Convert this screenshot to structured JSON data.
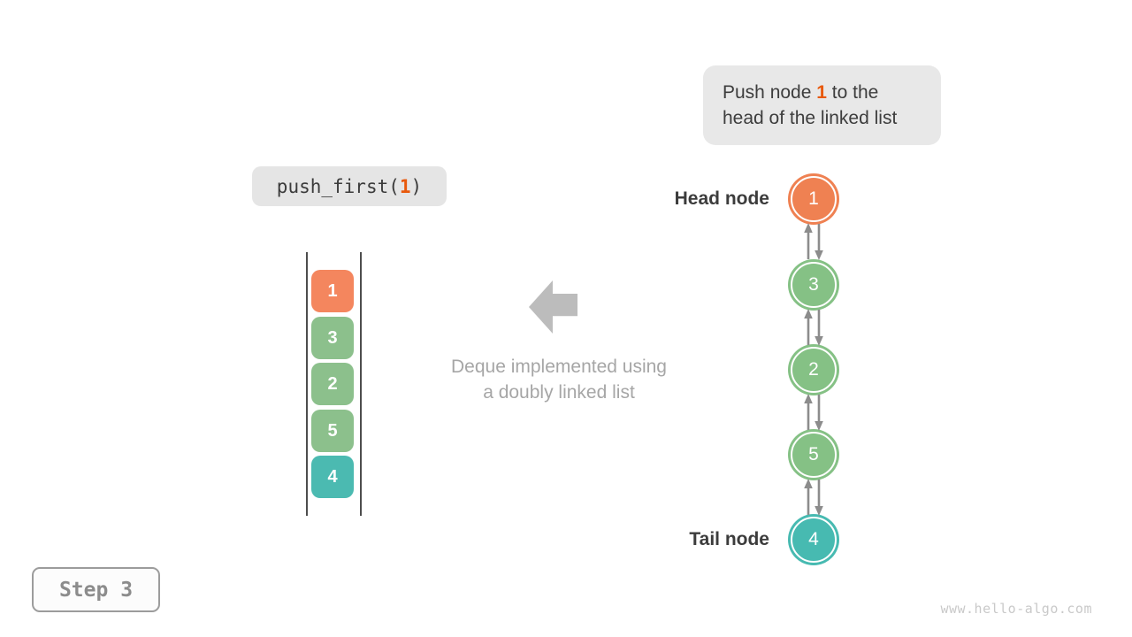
{
  "callout": {
    "line1_before": "Push node ",
    "highlight": "1",
    "line1_after": " to the",
    "line2": "head of the linked list"
  },
  "code": {
    "prefix": "push_first(",
    "arg": "1",
    "suffix": ")"
  },
  "stack": {
    "items": [
      {
        "value": "1",
        "color": "#f4865e"
      },
      {
        "value": "3",
        "color": "#8cc08c"
      },
      {
        "value": "2",
        "color": "#8cc08c"
      },
      {
        "value": "5",
        "color": "#8cc08c"
      },
      {
        "value": "4",
        "color": "#4bbab1"
      }
    ]
  },
  "caption": {
    "line1": "Deque implemented using",
    "line2": "a doubly linked list"
  },
  "list": {
    "head_label": "Head node",
    "tail_label": "Tail node",
    "nodes": [
      {
        "value": "1",
        "color": "#ef8152"
      },
      {
        "value": "3",
        "color": "#85c185"
      },
      {
        "value": "2",
        "color": "#85c185"
      },
      {
        "value": "5",
        "color": "#85c185"
      },
      {
        "value": "4",
        "color": "#47bab1"
      }
    ]
  },
  "step": {
    "label": "Step 3"
  },
  "watermark": "www.hello-algo.com",
  "colors": {
    "highlight_orange": "#e8590c",
    "caption_gray": "#a6a6a6",
    "block_arrow_gray": "#bcbcbc",
    "connector_gray": "#8c8c8c",
    "label_dark": "#3c3c3c"
  }
}
